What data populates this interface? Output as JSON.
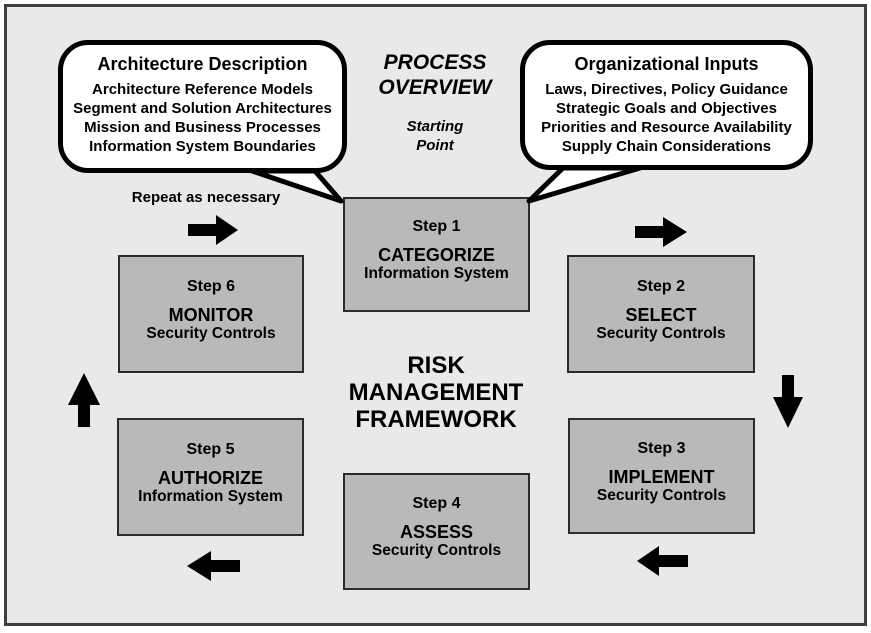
{
  "figure": {
    "heading": "PROCESS\nOVERVIEW",
    "subheading": "Starting\nPoint",
    "center_title": "RISK\nMANAGEMENT\nFRAMEWORK",
    "repeat_label": "Repeat as necessary"
  },
  "callouts": {
    "left": {
      "title": "Architecture Description",
      "lines": [
        "Architecture Reference Models",
        "Segment and Solution Architectures",
        "Mission and Business Processes",
        "Information System Boundaries"
      ],
      "tail_points_to": "Step 1 (top-left corner)"
    },
    "right": {
      "title": "Organizational Inputs",
      "lines": [
        "Laws, Directives, Policy Guidance",
        "Strategic Goals and Objectives",
        "Priorities and Resource Availability",
        "Supply Chain Considerations"
      ],
      "tail_points_to": "Step 1 (top-right corner)"
    }
  },
  "steps": [
    {
      "step": "Step 1",
      "action": "CATEGORIZE",
      "object": "Information System"
    },
    {
      "step": "Step 2",
      "action": "SELECT",
      "object": "Security Controls"
    },
    {
      "step": "Step 3",
      "action": "IMPLEMENT",
      "object": "Security Controls"
    },
    {
      "step": "Step 4",
      "action": "ASSESS",
      "object": "Security Controls"
    },
    {
      "step": "Step 5",
      "action": "AUTHORIZE",
      "object": "Information System"
    },
    {
      "step": "Step 6",
      "action": "MONITOR",
      "object": "Security Controls"
    }
  ],
  "arrows": [
    {
      "name": "arrow-step6-to-step1",
      "direction": "right"
    },
    {
      "name": "arrow-step1-to-step2",
      "direction": "right"
    },
    {
      "name": "arrow-step2-to-step3",
      "direction": "down"
    },
    {
      "name": "arrow-step3-to-step4",
      "direction": "left"
    },
    {
      "name": "arrow-step4-to-step5",
      "direction": "left"
    },
    {
      "name": "arrow-step5-to-step6",
      "direction": "up"
    }
  ],
  "colors": {
    "background": "#e9e9e9",
    "frame_border": "#3f3f3f",
    "box_fill": "#b9b9b9",
    "box_border": "#2b2b2b",
    "bubble_fill": "#ffffff",
    "bubble_border": "#000000",
    "arrow": "#000000",
    "text": "#000000"
  }
}
